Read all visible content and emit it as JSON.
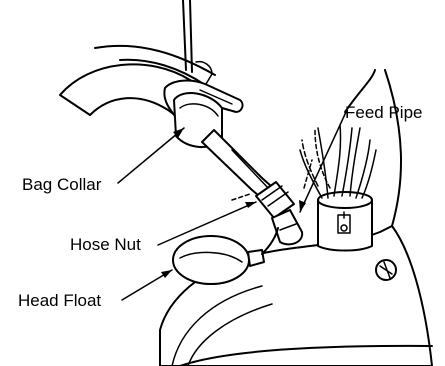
{
  "callouts": {
    "bag_collar": "Bag Collar",
    "feed_pipe": "Feed Pipe",
    "hose_nut": "Hose Nut",
    "head_float": "Head Float"
  },
  "colors": {
    "line": "#000000",
    "background": "#ffffff"
  }
}
